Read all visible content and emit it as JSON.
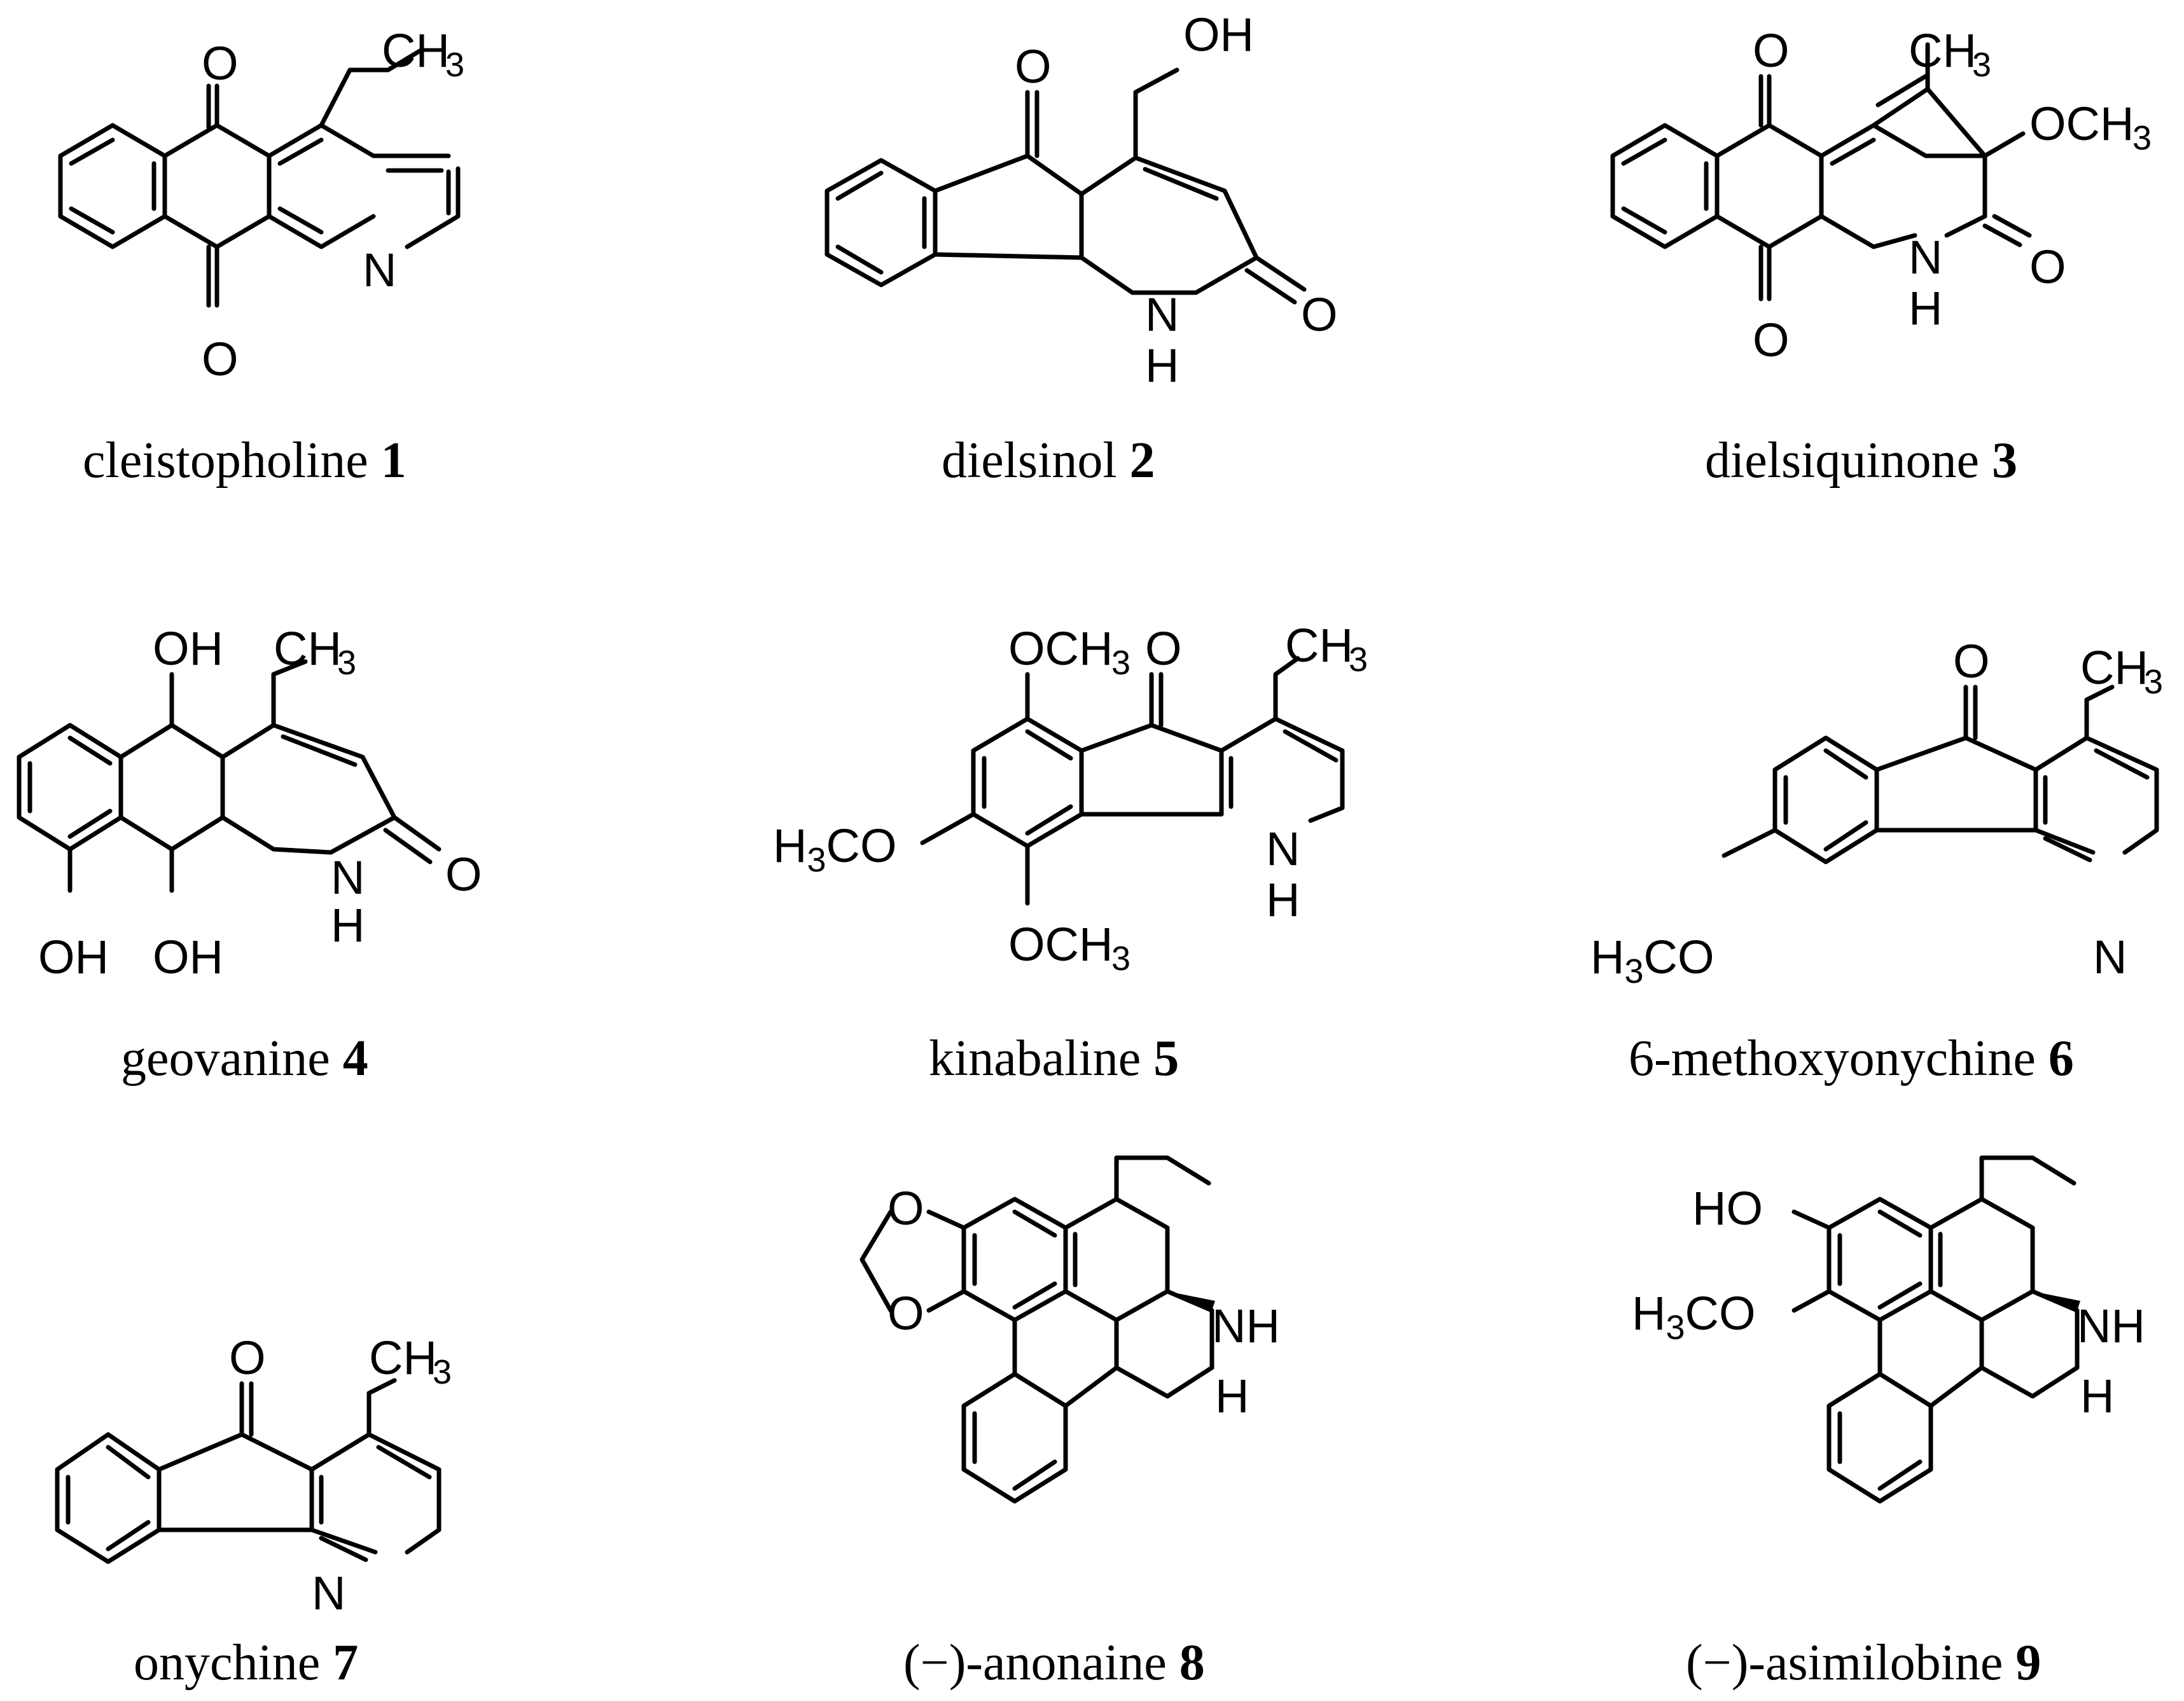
{
  "compounds": [
    {
      "name": "cleistopholine",
      "number": "1"
    },
    {
      "name": "dielsinol",
      "number": "2"
    },
    {
      "name": "dielsiquinone",
      "number": "3"
    },
    {
      "name": "geovanine",
      "number": "4"
    },
    {
      "name": "kinabaline",
      "number": "5"
    },
    {
      "name": "6-methoxyonychine",
      "number": "6"
    },
    {
      "name": "onychine",
      "number": "7"
    },
    {
      "name": "(−)-anonaine",
      "number": "8"
    },
    {
      "name": "(−)-asimilobine",
      "number": "9"
    }
  ],
  "labels": {
    "O": "O",
    "N": "N",
    "H": "H",
    "C": "C",
    "CH": "CH",
    "OH": "OH",
    "HO": "HO",
    "NH": "NH",
    "OCH": "OCH",
    "three": "3",
    "H3CO_a": "H",
    "H3CO_b": "CO"
  }
}
